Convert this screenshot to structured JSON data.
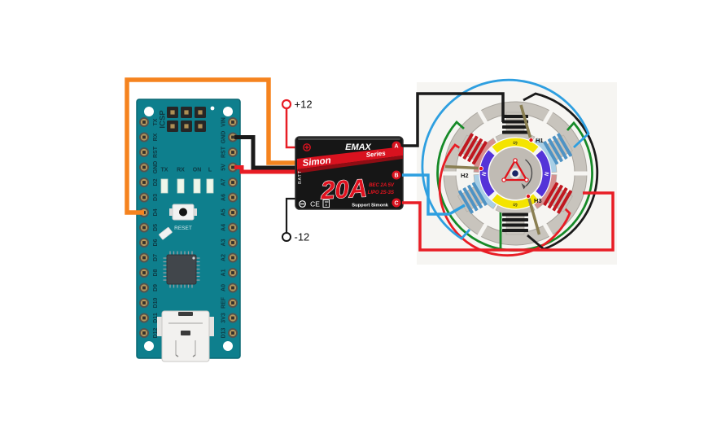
{
  "power": {
    "positive": "+12",
    "negative": "-12"
  },
  "arduino": {
    "icsp": "ICSP",
    "reset": "RESET",
    "leds": [
      "TX",
      "RX",
      "ON",
      "L"
    ],
    "left_pins": [
      "TX",
      "RX",
      "RST",
      "GND",
      "D2",
      "D3",
      "D4",
      "D5",
      "D6",
      "D7",
      "D8",
      "D9",
      "D10",
      "D11",
      "D12"
    ],
    "right_pins": [
      "VIN",
      "GND",
      "RST",
      "5V",
      "A7",
      "A6",
      "A5",
      "A4",
      "A3",
      "A2",
      "A1",
      "A0",
      "REF",
      "3V3",
      "D13"
    ]
  },
  "esc": {
    "brand": "EMAX",
    "series_main": "Simon",
    "series_sub": "Series",
    "rating": "20A",
    "batt": "BATT",
    "ce": "CE",
    "spec1": "BEC 2A 5V",
    "spec2": "LIPO 2S-3S",
    "support": "Support Simonk",
    "terminal_a": "A",
    "terminal_b": "B",
    "terminal_c": "C"
  },
  "motor": {
    "halls": [
      "H1",
      "H2",
      "H3"
    ],
    "magnets": [
      "S",
      "N",
      "S",
      "N"
    ]
  },
  "colors": {
    "board_teal": "#0e7f8d",
    "wire_orange": "#f5831f",
    "wire_red": "#e81d25",
    "wire_black": "#1a1a1a",
    "wire_blue": "#2e9fe0",
    "wire_green": "#168a28",
    "esc_red": "#d9121f",
    "magnet_yellow": "#f4e400",
    "magnet_purple": "#5433d8"
  }
}
